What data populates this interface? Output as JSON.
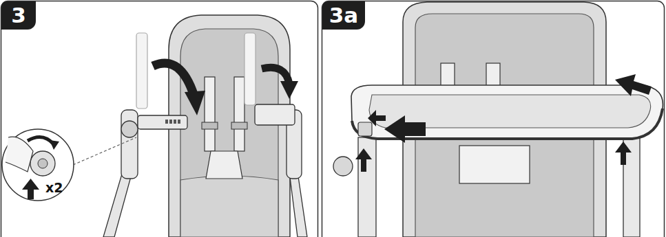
{
  "diagram": {
    "nodes": [
      {
        "text": [
          "3"
        ]
      },
      {
        "text": [
          "3a"
        ]
      }
    ],
    "labels": [
      "x2"
    ]
  }
}
